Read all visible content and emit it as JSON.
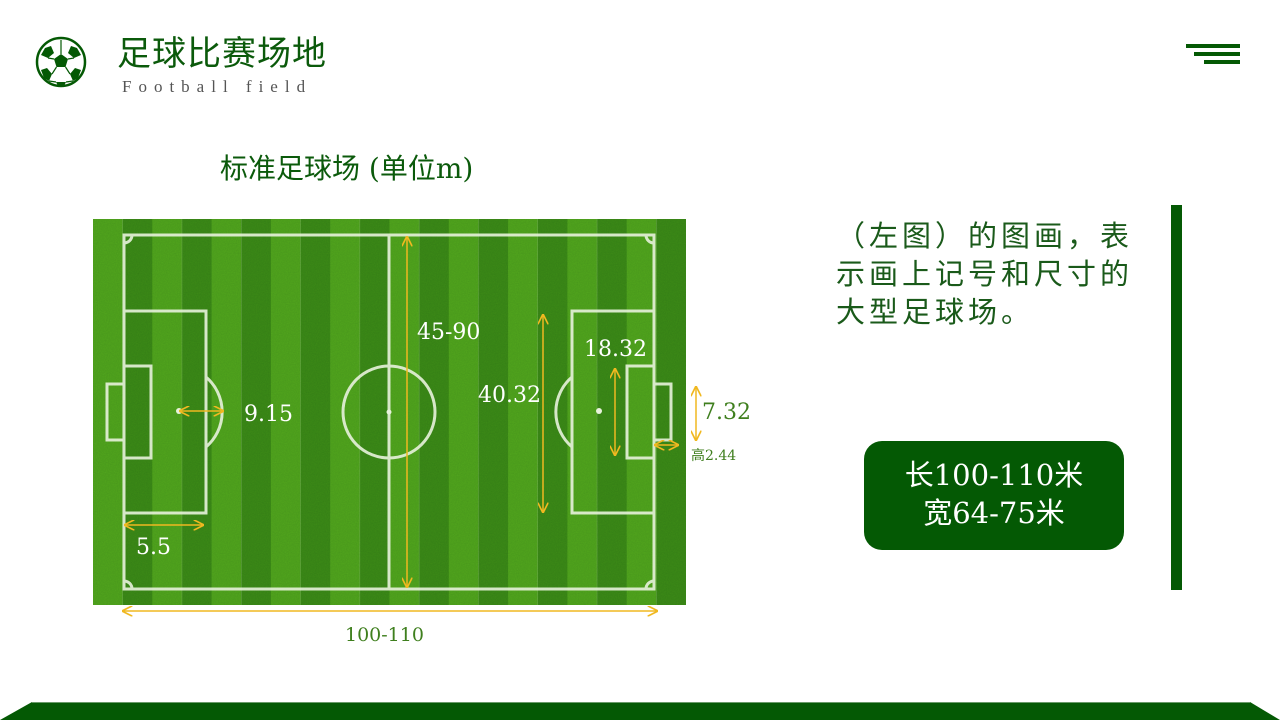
{
  "header": {
    "title": "足球比赛场地",
    "subtitle": "Football field",
    "logo_icon": "soccer-ball-icon",
    "menu_icon": "hamburger-menu-icon"
  },
  "diagram": {
    "caption": "标准足球场 (单位m)",
    "labels": {
      "width_range": "45-90",
      "penalty_area_width": "40.32",
      "goal_area_width": "18.32",
      "penalty_arc_radius": "9.15",
      "goal_area_depth": "5.5",
      "goal_width": "7.32",
      "goal_height": "高2.44",
      "length_range": "100-110"
    },
    "colors": {
      "grass_light": "#4fa41e",
      "grass_dark": "#3a8a14",
      "line": "#e8f2dc",
      "arrow": "#f0b820",
      "outside_label": "#3f7f1e"
    }
  },
  "description": {
    "text_line1": "（左图）的图画，表",
    "text_line2": "示画上记号和尺寸的",
    "text_line3": "大型足球场。"
  },
  "dimensions_box": {
    "length": "长100-110米",
    "width": "宽64-75米"
  },
  "theme": {
    "primary": "#045904",
    "title_color": "#0b5a0b"
  }
}
